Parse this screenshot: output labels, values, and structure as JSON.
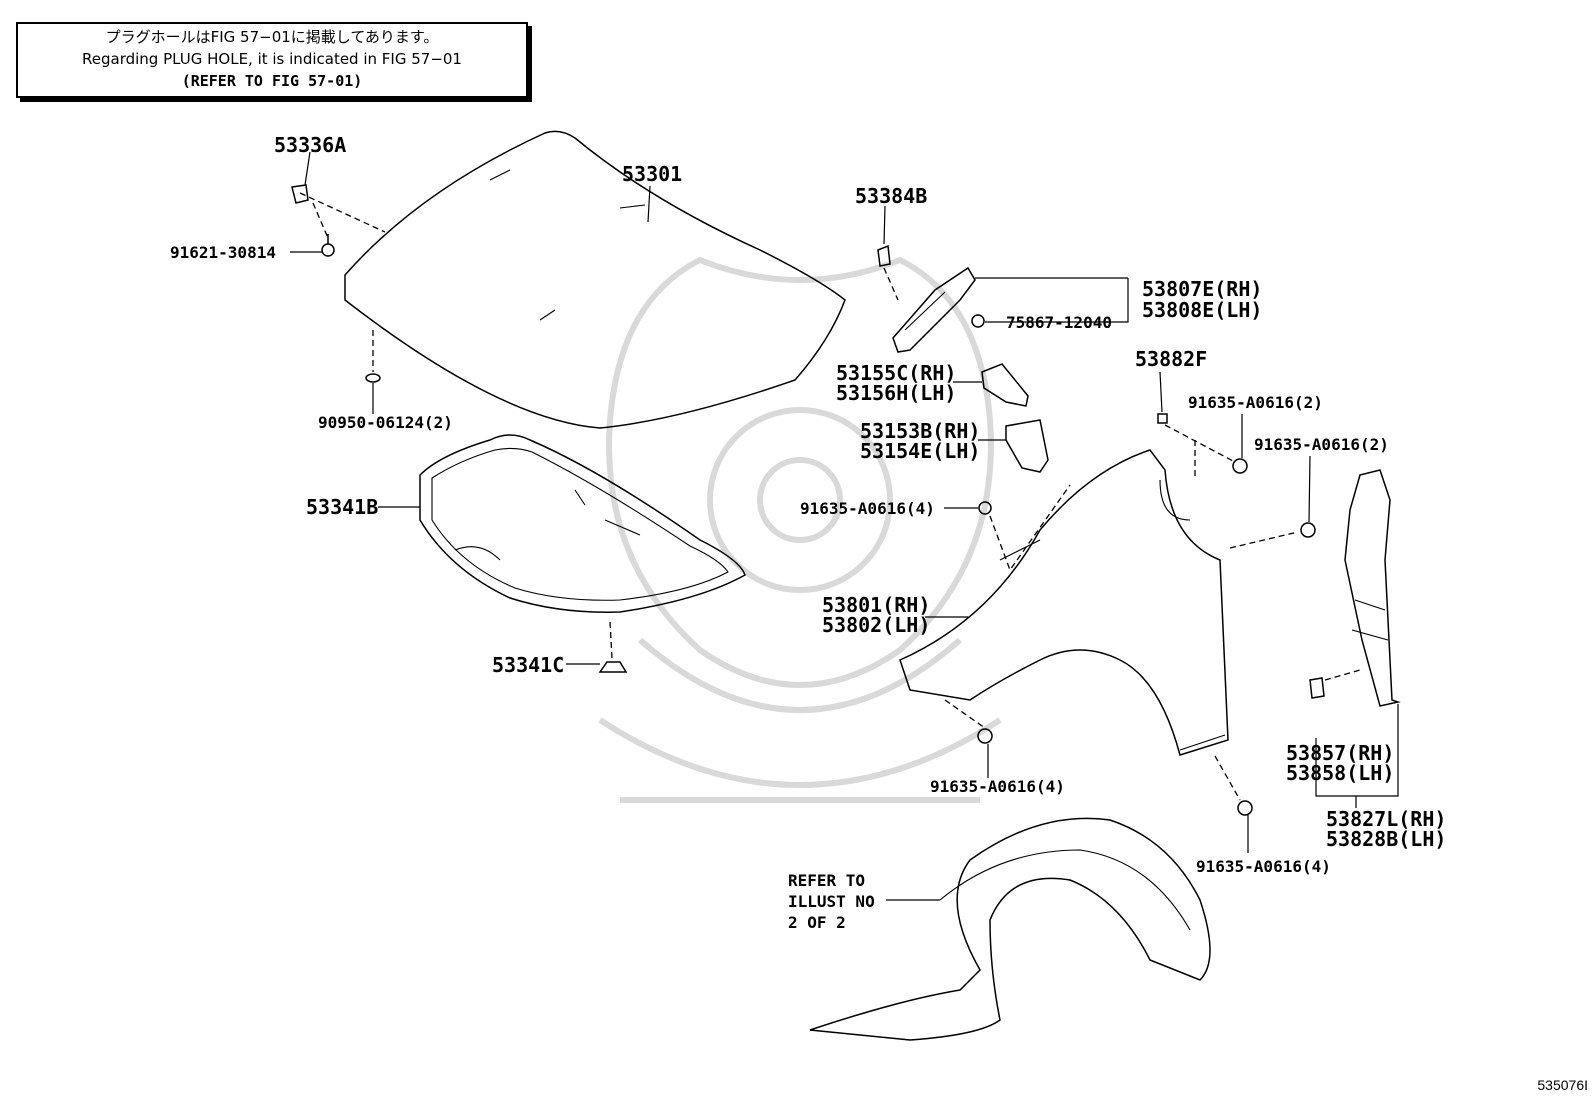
{
  "notice": {
    "line1": "プラグホールはFIG 57−01に掲載してあります。",
    "line2": "Regarding PLUG HOLE, it is indicated in FIG 57−01",
    "line3": "(REFER TO FIG 57-01)"
  },
  "labels": {
    "p53336A": "53336A",
    "p53301": "53301",
    "p91621": "91621-30814",
    "p90950": "90950-06124(2)",
    "p53341B": "53341B",
    "p53341C": "53341C",
    "p53384B": "53384B",
    "p53807E": "53807E(RH)",
    "p53808E": "53808E(LH)",
    "p75867": "75867-12040",
    "p53155C": "53155C(RH)",
    "p53156H": "53156H(LH)",
    "p53153B": "53153B(RH)",
    "p53154E": "53154E(LH)",
    "p53882F": "53882F",
    "p91635a": "91635-A0616(2)",
    "p91635b": "91635-A0616(2)",
    "p91635c": "91635-A0616(4)",
    "p53801": "53801(RH)",
    "p53802": "53802(LH)",
    "p91635d": "91635-A0616(4)",
    "p91635e": "91635-A0616(4)",
    "p53857": "53857(RH)",
    "p53858": "53858(LH)",
    "p53827L": "53827L(RH)",
    "p53828B": "53828B(LH)",
    "ref1": "REFER TO",
    "ref2": "ILLUST NO",
    "ref3": "2 OF 2"
  },
  "illustration_id": "535076I"
}
